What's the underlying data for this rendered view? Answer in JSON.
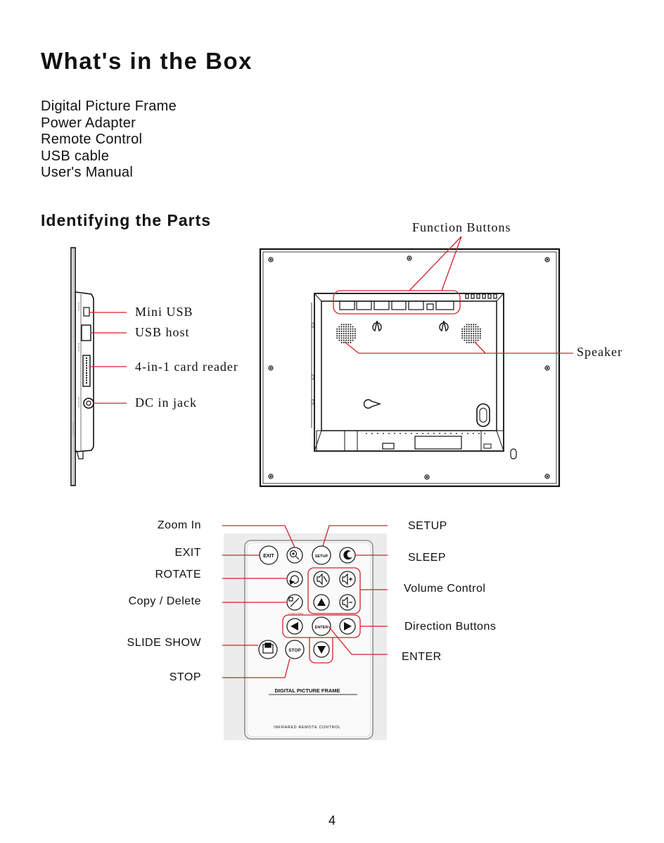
{
  "box": {
    "title": "What's in the Box",
    "items": [
      "Digital Picture Frame",
      "Power Adapter",
      "Remote Control",
      "USB cable",
      "User's Manual"
    ]
  },
  "parts": {
    "title": "Identifying the Parts",
    "side_labels": {
      "mini_usb": "Mini USB",
      "usb_host": "USB host",
      "card_reader": "4-in-1 card reader",
      "dc_in": "DC in jack"
    },
    "back_labels": {
      "function_buttons": "Function Buttons",
      "speaker": "Speaker"
    },
    "remote_labels": {
      "zoom_in": "Zoom In",
      "exit": "EXIT",
      "rotate": "ROTATE",
      "copy_delete": "Copy / Delete",
      "slide_show": "SLIDE SHOW",
      "stop": "STOP",
      "setup": "SETUP",
      "sleep": "SLEEP",
      "volume_control": "Volume Control",
      "direction_buttons": "Direction Buttons",
      "enter": "ENTER"
    },
    "remote_text": {
      "exit_key": "EXIT",
      "setup_key": "SETUP",
      "enter_key": "ENTER",
      "stop_key": "STOP",
      "copy_del_key": "COPY/DEL",
      "brand_line": "DIGITAL PICTURE FRAME",
      "footer_line": "INFRARED REMOTE CONTROL"
    }
  },
  "colors": {
    "callout": "#d4202a",
    "ink": "#111111"
  },
  "page_number": "4"
}
